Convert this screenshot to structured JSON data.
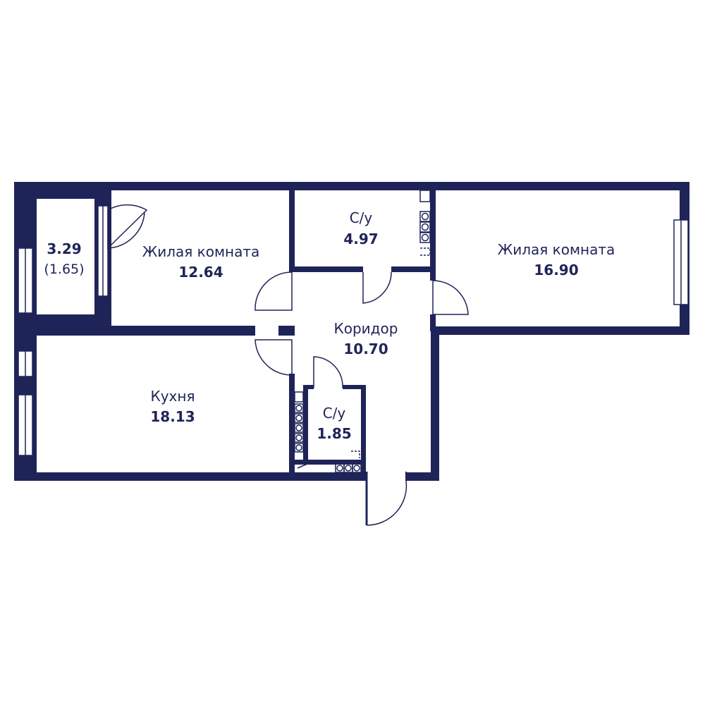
{
  "colors": {
    "wall": "#1f2458",
    "fixture": "#1f2458",
    "background": "#ffffff"
  },
  "rooms": {
    "balcony": {
      "area": "3.29",
      "reduced_area": "(1.65)"
    },
    "living1": {
      "name": "Жилая комната",
      "area": "12.64"
    },
    "bath1": {
      "name": "С/у",
      "area": "4.97"
    },
    "living2": {
      "name": "Жилая комната",
      "area": "16.90"
    },
    "corridor": {
      "name": "Коридор",
      "area": "10.70"
    },
    "kitchen": {
      "name": "Кухня",
      "area": "18.13"
    },
    "bath2": {
      "name": "С/у",
      "area": "1.85"
    }
  }
}
